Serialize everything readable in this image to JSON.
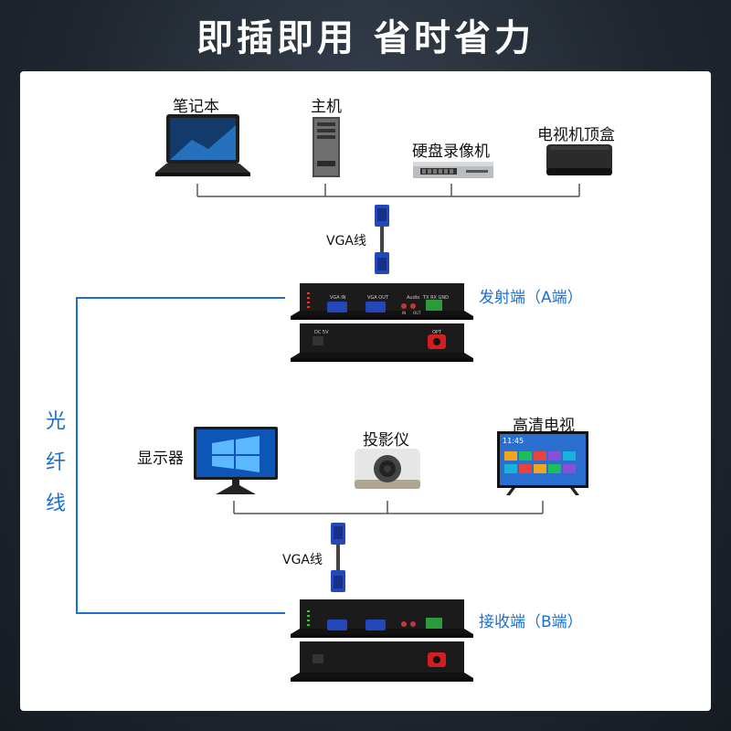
{
  "title": "即插即用 省时省力",
  "top_sources": {
    "laptop": "笔记本",
    "host": "主机",
    "dvr": "硬盘录像机",
    "settop": "电视机顶盒"
  },
  "top_cable_label": "VGA线",
  "transmitter_label": "发射端（A端）",
  "fiber_label": [
    "光",
    "纤",
    "线"
  ],
  "displays": {
    "monitor": "显示器",
    "projector": "投影仪",
    "hdtv": "高清电视"
  },
  "bottom_cable_label": "VGA线",
  "receiver_label": "接收端（B端）",
  "device_panel": {
    "vga_in": "VGA IN",
    "vga_out": "VGA OUT",
    "audio": "Audio",
    "audio_in": "IN",
    "audio_out": "OUT",
    "serial": "TX RX GND",
    "power": "DC 5V",
    "optical": "OPT"
  },
  "tv_clock": "11:45",
  "colors": {
    "accent_blue": "#1a6fd6",
    "line_gray": "#555555",
    "device_black": "#1b1b1b",
    "vga_blue": "#2346b8",
    "optical_red": "#d21e1e"
  }
}
